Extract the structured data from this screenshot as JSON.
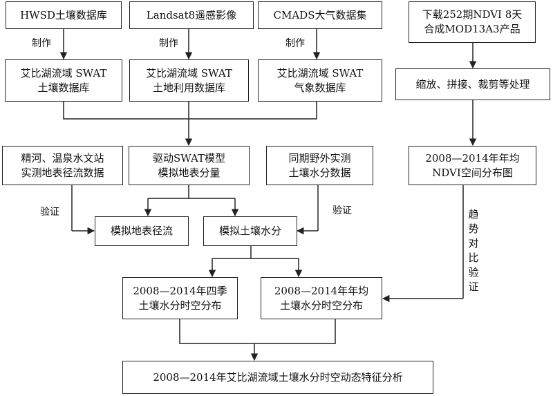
{
  "boxes": {
    "hwsd": "HWSD土壤数据库",
    "landsat": "Landsat8遥感影像",
    "cmads": "CMADS大气数据集",
    "ndvi_download": [
      "下载252期NDVI 8天",
      "合成MOD13A3产品"
    ],
    "soil_db": [
      "艾比湖流域 SWAT",
      "土壤数据库"
    ],
    "landuse_db": [
      "艾比湖流域 SWAT",
      "土地利用数据库"
    ],
    "weather_db": [
      "艾比湖流域 SWAT",
      "气象数据库"
    ],
    "process": "缩放、拼接、裁剪等处理",
    "station": [
      "精河、温泉水文站",
      "实测地表径流数据"
    ],
    "drive": [
      "驱动SWAT模型",
      "模拟地表分量"
    ],
    "field": [
      "同期野外实测",
      "土壤水分数据"
    ],
    "ndvi_map": [
      "2008—2014年年均",
      "NDVI空间分布图"
    ],
    "sim_runoff": "模拟地表径流",
    "sim_soil": "模拟土壤水分",
    "season_dist": [
      "2008—2014年四季",
      "土壤水分时空分布"
    ],
    "annual_dist": [
      "2008—2014年年均",
      "土壤水分时空分布"
    ],
    "final": "2008—2014年艾比湖流域土壤水分时空动态特征分析"
  },
  "labels": {
    "make1": "制作",
    "make2": "制作",
    "make3": "制作",
    "verify_left": "验证",
    "verify_right": "验证",
    "trend_chars": [
      "趋",
      "势",
      "对",
      "比",
      "验",
      "证"
    ]
  }
}
